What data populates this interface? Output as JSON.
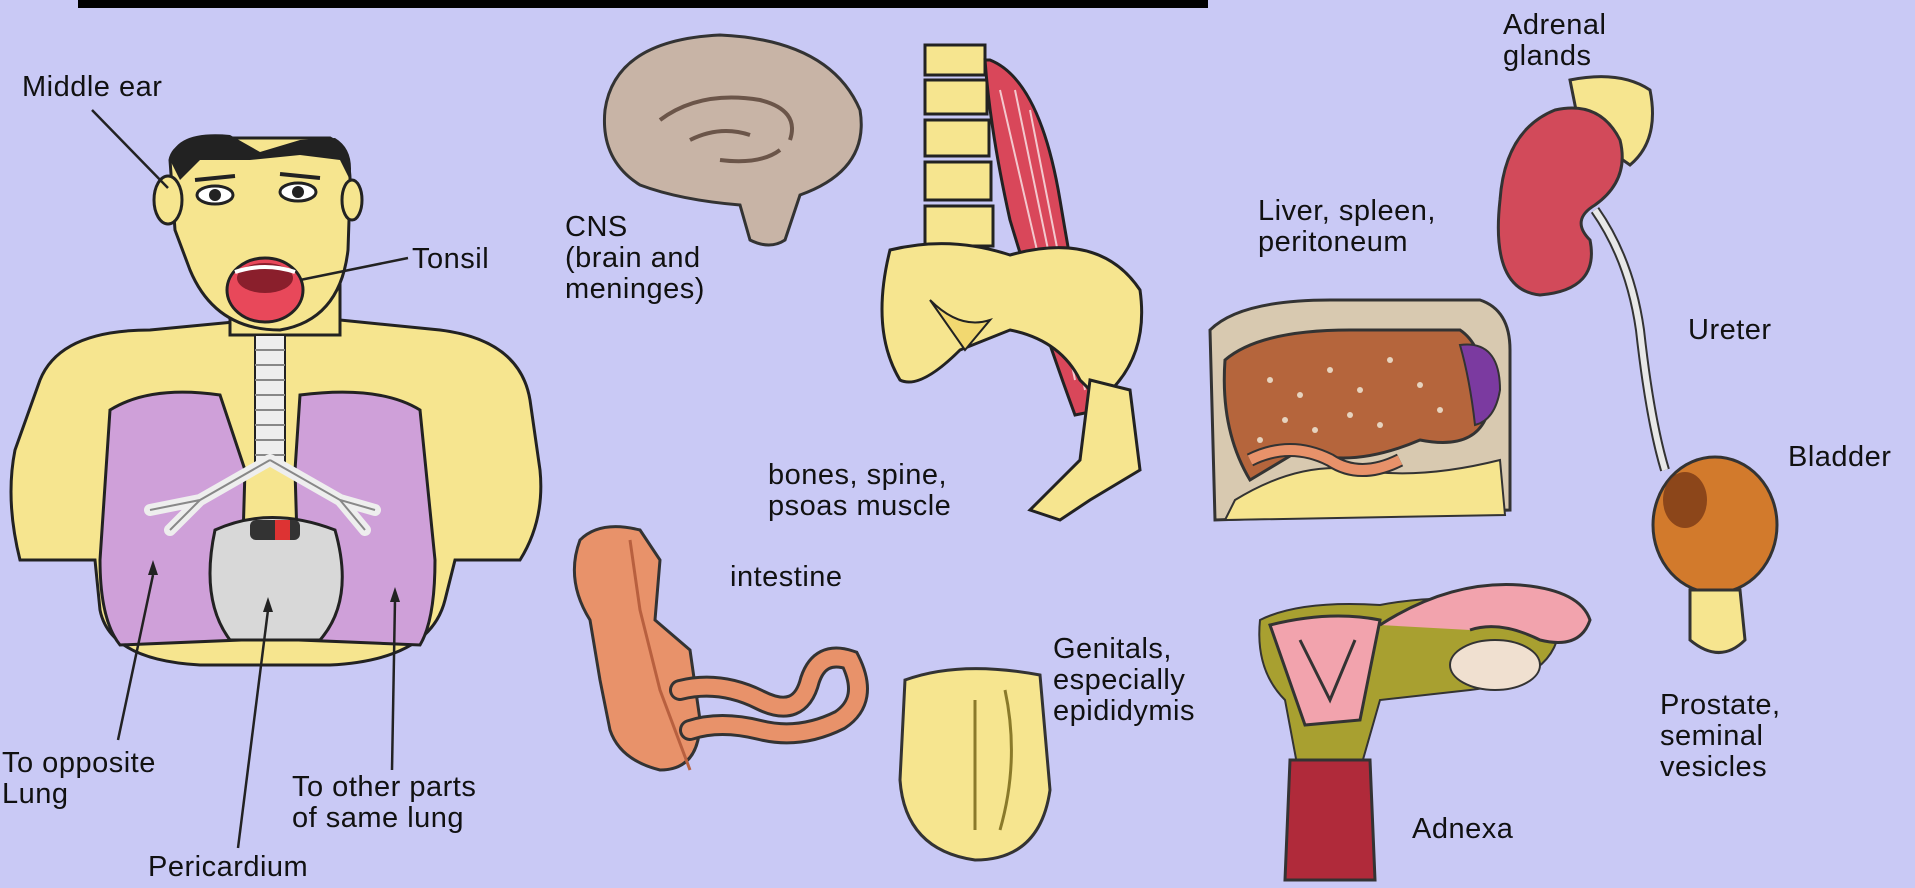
{
  "labels": {
    "middle_ear": "Middle ear",
    "tonsil": "Tonsil",
    "to_opposite_lung": "To opposite\nLung",
    "pericardium": "Pericardium",
    "to_other_parts": "To other parts\nof same lung",
    "cns": "CNS\n(brain and\nmeninges)",
    "bones": "bones, spine,\npsoas  muscle",
    "intestine": "intestine",
    "genitals": "Genitals,\nespecially\nepididymis",
    "liver": "Liver, spleen,\nperitoneum",
    "adrenal": "Adrenal\nglands",
    "ureter": "Ureter",
    "bladder": "Bladder",
    "prostate": "Prostate,\nseminal\nvesicles",
    "adnexa": "Adnexa"
  },
  "colors": {
    "background": "#c9c9f5",
    "skin": "#f6e58f",
    "lung": "#cfa0d9",
    "pericardium": "#d8d8d8",
    "brain": "#c8b4a6",
    "muscle": "#d9475a",
    "intestine": "#e8926a",
    "liver": "#b5653c",
    "kidney": "#d24a5a",
    "bladder": "#d27a2c",
    "uterus": "#f2a3ad"
  }
}
